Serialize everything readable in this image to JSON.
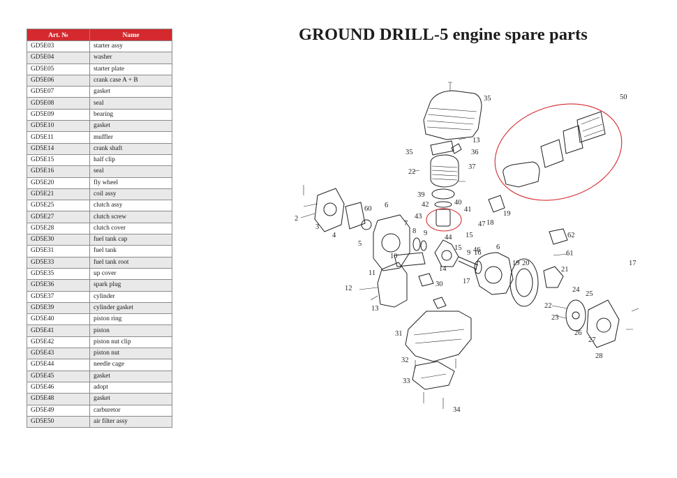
{
  "title": "GROUND DRILL-5 engine spare parts",
  "table": {
    "header": {
      "art": "Art. №",
      "name": "Name"
    },
    "rows": [
      {
        "art": "GD5E03",
        "name": "starter assy"
      },
      {
        "art": "GD5E04",
        "name": "washer"
      },
      {
        "art": "GD5E05",
        "name": "starter plate"
      },
      {
        "art": "GD5E06",
        "name": "crank case A + B"
      },
      {
        "art": "GD5E07",
        "name": "gasket"
      },
      {
        "art": "GD5E08",
        "name": "seal"
      },
      {
        "art": "GD5E09",
        "name": "bearing"
      },
      {
        "art": "GD5E10",
        "name": "gasket"
      },
      {
        "art": "GD5E11",
        "name": "muffler"
      },
      {
        "art": "GD5E14",
        "name": "crank shaft"
      },
      {
        "art": "GD5E15",
        "name": "half clip"
      },
      {
        "art": "GD5E16",
        "name": "seal"
      },
      {
        "art": "GD5E20",
        "name": "fly wheel"
      },
      {
        "art": "GD5E21",
        "name": "coil assy"
      },
      {
        "art": "GD5E25",
        "name": "clutch assy"
      },
      {
        "art": "GD5E27",
        "name": "clutch screw"
      },
      {
        "art": "GD5E28",
        "name": "clutch cover"
      },
      {
        "art": "GD5E30",
        "name": "fuel tank cap"
      },
      {
        "art": "GD5E31",
        "name": "fuel tank"
      },
      {
        "art": "GD5E33",
        "name": "fuel tank root"
      },
      {
        "art": "GD5E35",
        "name": "up cover"
      },
      {
        "art": "GD5E36",
        "name": "spark plug"
      },
      {
        "art": "GD5E37",
        "name": "cylinder"
      },
      {
        "art": "GD5E39",
        "name": "cylinder gasket"
      },
      {
        "art": "GD5E40",
        "name": "piston ring"
      },
      {
        "art": "GD5E41",
        "name": "piston"
      },
      {
        "art": "GD5E42",
        "name": "piston nut clip"
      },
      {
        "art": "GD5E43",
        "name": "piston nut"
      },
      {
        "art": "GD5E44",
        "name": "needle cage"
      },
      {
        "art": "GD5E45",
        "name": "gasket"
      },
      {
        "art": "GD5E46",
        "name": "adopt"
      },
      {
        "art": "GD5E48",
        "name": "gasket"
      },
      {
        "art": "GD5E49",
        "name": "carburetor"
      },
      {
        "art": "GD5E50",
        "name": "air filter assy"
      }
    ]
  },
  "diagram": {
    "callouts": [
      "35",
      "50",
      "13",
      "35",
      "36",
      "22",
      "37",
      "39",
      "40",
      "42",
      "41",
      "43",
      "19",
      "47",
      "18",
      "44",
      "46",
      "15",
      "2",
      "3",
      "60",
      "6",
      "4",
      "5",
      "7",
      "8",
      "9",
      "62",
      "61",
      "10",
      "15",
      "9",
      "16",
      "6",
      "11",
      "14",
      "17",
      "19",
      "20",
      "21",
      "12",
      "30",
      "24",
      "25",
      "13",
      "22",
      "23",
      "26",
      "17",
      "27",
      "31",
      "28",
      "32",
      "33",
      "34"
    ]
  },
  "colors": {
    "accent": "#d42a2f",
    "grid": "#8a8a8a",
    "row_alt": "#e9e9e9"
  }
}
